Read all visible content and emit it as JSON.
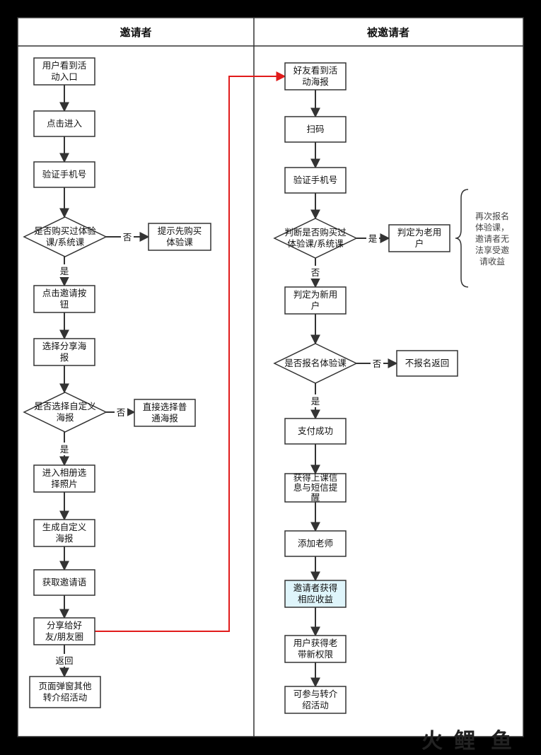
{
  "lanes": {
    "left_title": "邀请者",
    "right_title": "被邀请者"
  },
  "inviter": {
    "n1": [
      "用户看到活",
      "动入口"
    ],
    "n2": [
      "点击进入"
    ],
    "n3": [
      "验证手机号"
    ],
    "d1": [
      "是否购买过体验",
      "课/系统课"
    ],
    "d1_no_box": [
      "提示先购买",
      "体验课"
    ],
    "n4": [
      "点击邀请按",
      "钮"
    ],
    "n5": [
      "选择分享海",
      "报"
    ],
    "d2": [
      "是否选择自定义",
      "海报"
    ],
    "d2_no_box": [
      "直接选择普",
      "通海报"
    ],
    "n6": [
      "进入相册选",
      "择照片"
    ],
    "n7": [
      "生成自定义",
      "海报"
    ],
    "n8": [
      "获取邀请语"
    ],
    "n9": [
      "分享给好",
      "友/朋友圈"
    ],
    "n10": [
      "页面弹窗其他",
      "转介绍活动"
    ]
  },
  "invitee": {
    "m1": [
      "好友看到活",
      "动海报"
    ],
    "m2": [
      "扫码"
    ],
    "m3": [
      "验证手机号"
    ],
    "e1": [
      "判断是否购买过",
      "体验课/系统课"
    ],
    "e1_yes_box": [
      "判定为老用",
      "户"
    ],
    "note": [
      "再次报名",
      "体验课，",
      "邀请者无",
      "法享受邀",
      "请收益"
    ],
    "m4": [
      "判定为新用",
      "户"
    ],
    "e2": [
      "是否报名体验课"
    ],
    "e2_no_box": [
      "不报名返回"
    ],
    "m5": [
      "支付成功"
    ],
    "m6": [
      "获得上课信",
      "息与短信提",
      "醒"
    ],
    "m7": [
      "添加老师"
    ],
    "m8": [
      "邀请者获得",
      "相应收益"
    ],
    "m9": [
      "用户获得老",
      "带新权限"
    ],
    "m10": [
      "可参与转介",
      "绍活动"
    ]
  },
  "edge_labels": {
    "yes": "是",
    "no": "否",
    "back": "返回"
  },
  "logo": {
    "part1": "火",
    "part2": "鲤",
    "part3": "鱼"
  },
  "colors": {
    "background": "#000000",
    "node_fill": "#ffffff",
    "highlight_fill": "#dff5fb",
    "red_line": "#e11b1b",
    "line": "#333333",
    "logo_red": "#e8352b",
    "logo_blue": "#1e73be",
    "logo_green": "#2aa84a"
  }
}
